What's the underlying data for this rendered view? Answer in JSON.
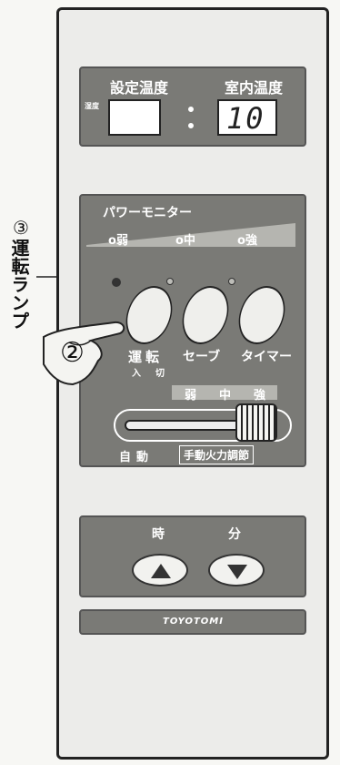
{
  "display": {
    "set_temp_label": "設定温度",
    "room_temp_label": "室内温度",
    "dry_label": "湿度",
    "room_temp_value": "10"
  },
  "power_monitor": {
    "title": "パワーモニター",
    "levels": [
      "弱",
      "中",
      "強"
    ]
  },
  "buttons": {
    "run_label": "運転",
    "run_sub": [
      "入",
      "切"
    ],
    "save_label": "セーブ",
    "timer_label": "タイマー"
  },
  "slider": {
    "scale": [
      "弱",
      "中",
      "強"
    ],
    "auto_label": "自動",
    "manual_label": "手動火力調節"
  },
  "time_keys": {
    "hour_label": "時",
    "minute_label": "分"
  },
  "brand": "TOYOTOMI",
  "callouts": {
    "run_lamp_number": "③",
    "run_lamp_text": "運転ランプ",
    "step_number": "②"
  }
}
